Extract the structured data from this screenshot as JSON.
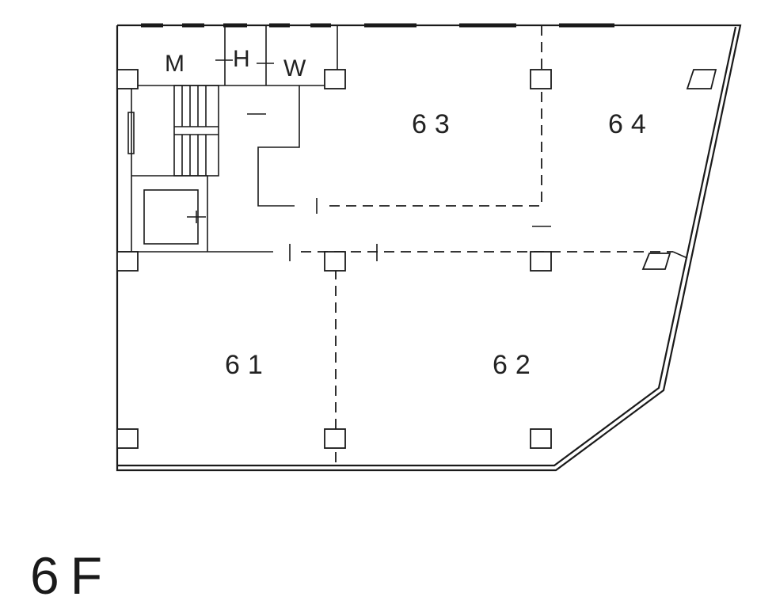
{
  "floor_label": "6F",
  "rooms": [
    {
      "label": "61"
    },
    {
      "label": "62"
    },
    {
      "label": "63"
    },
    {
      "label": "64"
    }
  ],
  "facilities": {
    "men_wc": "M",
    "handicap_wc": "H",
    "women_wc": "W"
  }
}
